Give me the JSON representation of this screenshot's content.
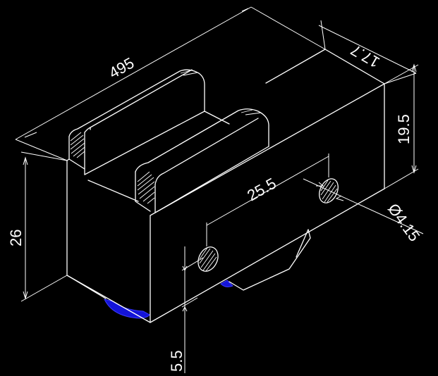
{
  "drawing": {
    "background_color": "#000000",
    "line_color": "#ffffff",
    "accent_color": "#1414d8",
    "dimensions": {
      "length": "495",
      "width": "17.7",
      "height_right": "19.5",
      "height_left": "26",
      "hole_spacing": "25.5",
      "hole_diameter": "Ø4.15",
      "hole_offset": "5.5"
    }
  }
}
